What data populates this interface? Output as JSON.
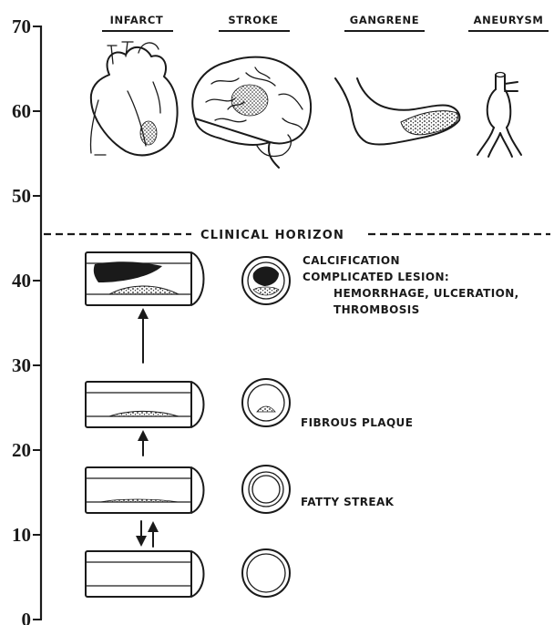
{
  "axis": {
    "ticks": [
      {
        "value": 70,
        "label": "70"
      },
      {
        "value": 60,
        "label": "60"
      },
      {
        "value": 50,
        "label": "50"
      },
      {
        "value": 40,
        "label": "40"
      },
      {
        "value": 30,
        "label": "30"
      },
      {
        "value": 20,
        "label": "20"
      },
      {
        "value": 10,
        "label": "10"
      },
      {
        "value": 0,
        "label": "0"
      }
    ]
  },
  "clinical_horizon": {
    "label": "CLINICAL HORIZON",
    "value": 45
  },
  "complications": [
    {
      "label": "INFARCT",
      "icon": "heart-icon"
    },
    {
      "label": "STROKE",
      "icon": "brain-icon"
    },
    {
      "label": "GANGRENE",
      "icon": "foot-icon"
    },
    {
      "label": "ANEURYSM",
      "icon": "aorta-icon"
    }
  ],
  "stages": [
    {
      "lines": [
        "CALCIFICATION",
        "COMPLICATED LESION:",
        "HEMORRHAGE, ULCERATION,",
        "THROMBOSIS"
      ],
      "value": 39
    },
    {
      "lines": [
        "FIBROUS PLAQUE"
      ],
      "value": 23
    },
    {
      "lines": [
        "FATTY STREAK"
      ],
      "value": 13
    },
    {
      "lines": [],
      "value": 4
    }
  ]
}
